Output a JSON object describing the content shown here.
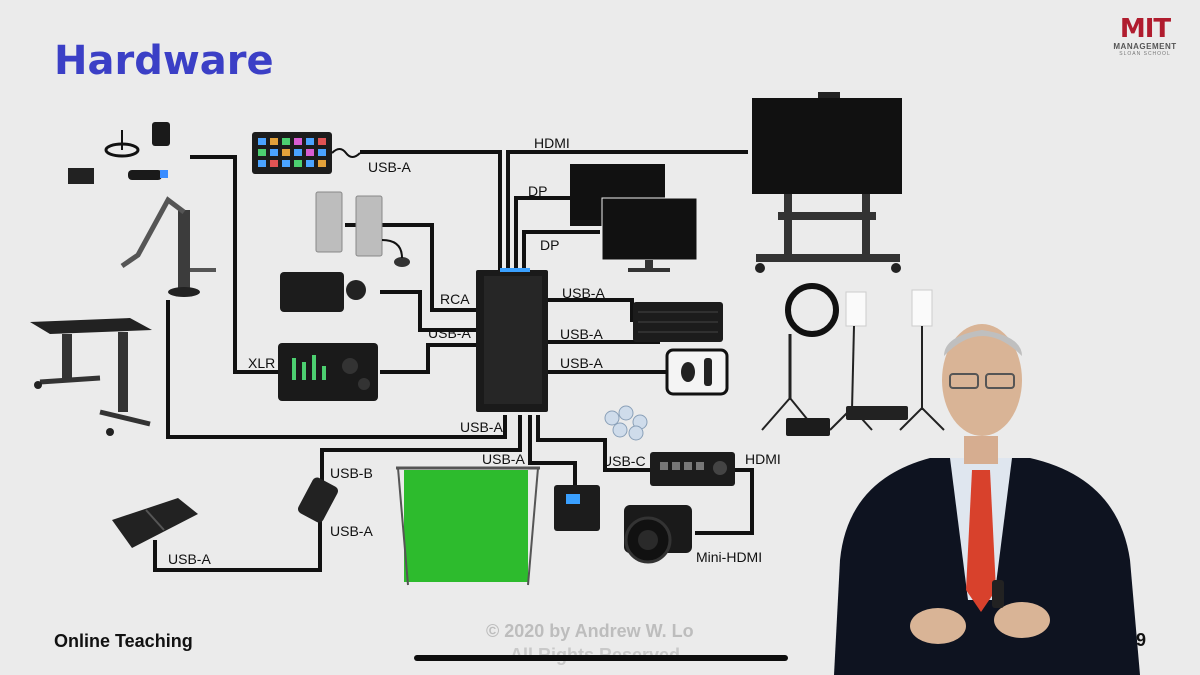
{
  "slide": {
    "title": "Hardware",
    "logo_mark": "MIT",
    "logo_sub": "MANAGEMENT",
    "logo_sub2": "SLOAN SCHOOL",
    "footer_left": "Online Teaching",
    "copyright_line1": "© 2020 by Andrew W. Lo",
    "copyright_line2": "All Rights Reserved",
    "page_number": "9"
  },
  "connections": {
    "usb_a_streamdeck": "USB-A",
    "hdmi_tv": "HDMI",
    "dp_1": "DP",
    "dp_2": "DP",
    "rca": "RCA",
    "usb_a_keyboard": "USB-A",
    "usb_a_mixer": "USB-A",
    "usb_a_mouse_1": "USB-A",
    "usb_a_mouse_2": "USB-A",
    "xlr": "XLR",
    "usb_a_arm": "USB-A",
    "usb_b": "USB-B",
    "usb_a_ups": "USB-A",
    "usb_c": "USB-C",
    "hdmi_atem": "HDMI",
    "usb_a_hub": "USB-A",
    "usb_a_pedal": "USB-A",
    "mini_hdmi": "Mini-HDMI"
  },
  "colors": {
    "title": "#3b3fc6",
    "logo": "#b01c2e",
    "green_screen": "#2dbb2d"
  }
}
